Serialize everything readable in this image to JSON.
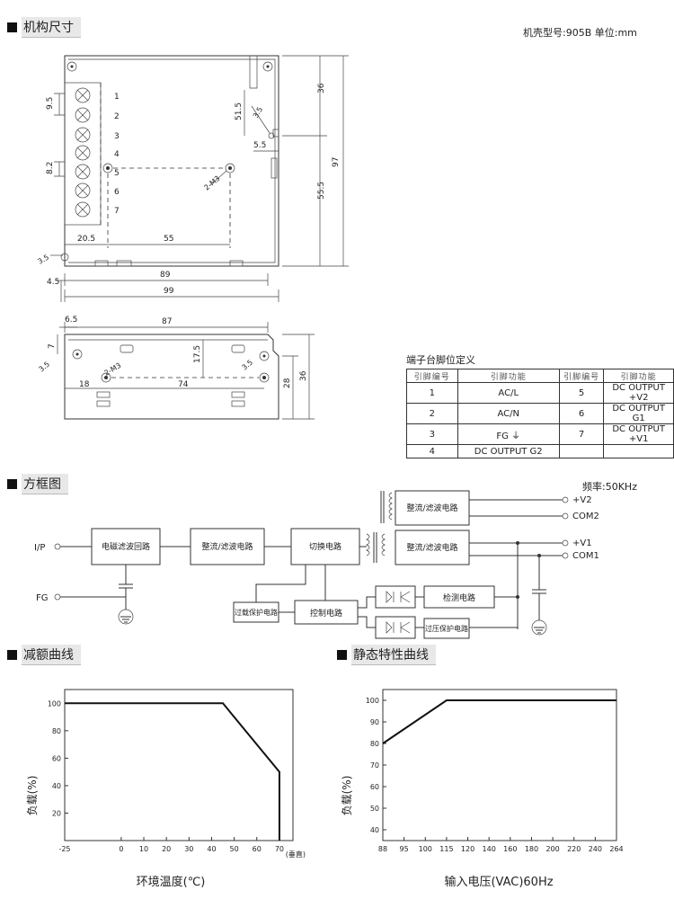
{
  "sections": {
    "mechanical": "机构尺寸",
    "block": "方框图",
    "derating": "减额曲线",
    "static": "静态特性曲线"
  },
  "case_note": "机壳型号:905B 单位:mm",
  "freq_note": "频率:50KHz",
  "pin_table": {
    "title": "端子台脚位定义",
    "headers": [
      "引脚编号",
      "引脚功能",
      "引脚编号",
      "引脚功能"
    ],
    "rows": [
      [
        "1",
        "AC/L",
        "5",
        "DC OUTPUT +V2"
      ],
      [
        "2",
        "AC/N",
        "6",
        "DC OUTPUT G1"
      ],
      [
        "3",
        "FG ⏚",
        "7",
        "DC OUTPUT +V1"
      ],
      [
        "4",
        "DC OUTPUT G2",
        "",
        ""
      ]
    ]
  },
  "drawing": {
    "terminal_numbers": [
      "1",
      "2",
      "3",
      "4",
      "5",
      "6",
      "7"
    ],
    "dims": {
      "d9_5": "9.5",
      "d8_2": "8.2",
      "d20_5": "20.5",
      "d55": "55",
      "d89": "89",
      "d99": "99",
      "d4_5": "4.5",
      "d36": "36",
      "d97": "97",
      "d55_5": "55.5",
      "d51_5": "51.5",
      "d5_5": "5.5",
      "d3_5": "3.5",
      "m3": "2-M3",
      "d6_5": "6.5",
      "d87": "87",
      "d7": "7",
      "d17_5": "17.5",
      "d18": "18",
      "d74": "74",
      "d28": "28",
      "d36b": "36"
    }
  },
  "block_diagram": {
    "ip": "I/P",
    "fg": "FG",
    "emi": "电磁滤波回路",
    "rect1": "整流/滤波电路",
    "switch": "切换电路",
    "rect2": "整流/滤波电路",
    "rect3": "整流/滤波电路",
    "detect": "检测电路",
    "control": "控制电路",
    "olp": "过载保护电路",
    "ovp": "过压保护电路",
    "v2": "+V2",
    "com2": "COM2",
    "v1": "+V1",
    "com1": "COM1"
  },
  "chart_data": [
    {
      "type": "line",
      "title": "",
      "xlabel": "环境温度(℃)",
      "xunit": "(垂直)",
      "ylabel": "负载(%)",
      "x_ticks": [
        -25,
        0,
        10,
        20,
        30,
        40,
        50,
        60,
        70
      ],
      "y_ticks": [
        20,
        40,
        60,
        80,
        100
      ],
      "xlim": [
        -25,
        76
      ],
      "ylim": [
        0,
        110
      ],
      "grid": false,
      "series": [
        {
          "x": [
            -25,
            45,
            70,
            70
          ],
          "y": [
            100,
            100,
            50,
            0
          ]
        }
      ]
    },
    {
      "type": "line",
      "title": "",
      "xlabel": "输入电压(VAC)60Hz",
      "ylabel": "负载(%)",
      "x_ticks": [
        88,
        95,
        100,
        115,
        120,
        140,
        160,
        180,
        200,
        220,
        240,
        264
      ],
      "y_ticks": [
        40,
        50,
        60,
        70,
        80,
        90,
        100
      ],
      "ylim": [
        35,
        105
      ],
      "grid": false,
      "series": [
        {
          "x": [
            88,
            115,
            264
          ],
          "y": [
            80,
            100,
            100
          ]
        }
      ]
    }
  ]
}
